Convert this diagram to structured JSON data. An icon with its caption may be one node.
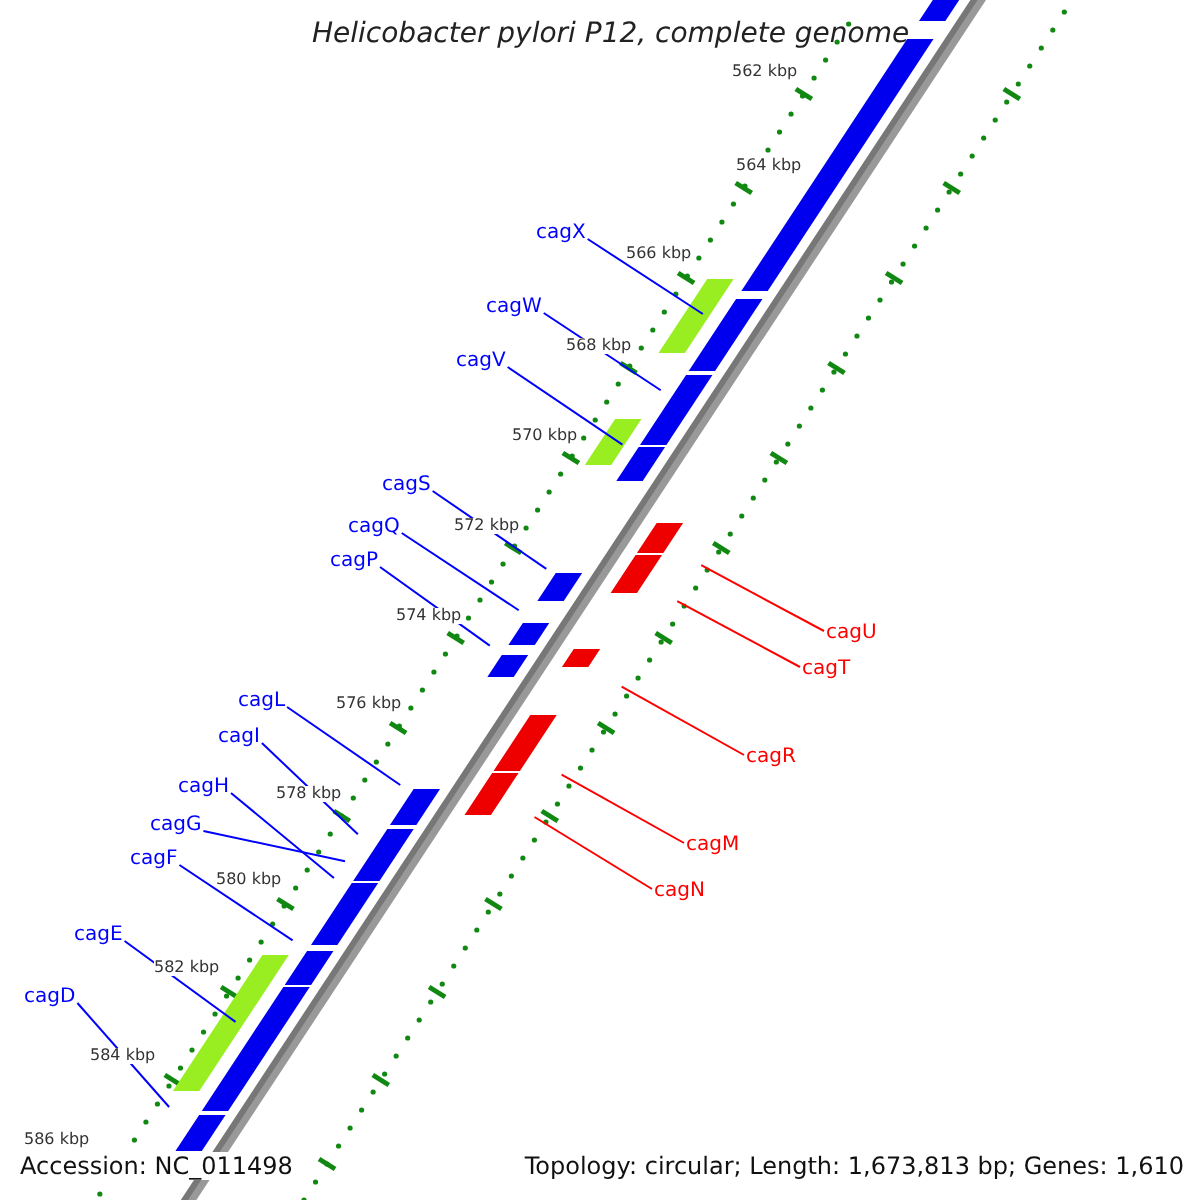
{
  "diagram": {
    "title": "Helicobacter pylori P12, complete genome",
    "nodes": [
      {
        "text": [
          "cagX"
        ]
      },
      {
        "text": [
          "cagW"
        ]
      },
      {
        "text": [
          "cagV"
        ]
      },
      {
        "text": [
          "cagS"
        ]
      },
      {
        "text": [
          "cagQ"
        ]
      },
      {
        "text": [
          "cagP"
        ]
      },
      {
        "text": [
          "cagL"
        ]
      },
      {
        "text": [
          "cagI"
        ]
      },
      {
        "text": [
          "cagH"
        ]
      },
      {
        "text": [
          "cagG"
        ]
      },
      {
        "text": [
          "cagF"
        ]
      },
      {
        "text": [
          "cagE"
        ]
      },
      {
        "text": [
          "cagD"
        ]
      },
      {
        "text": [
          "cagU"
        ]
      },
      {
        "text": [
          "cagT"
        ]
      },
      {
        "text": [
          "cagR"
        ]
      },
      {
        "text": [
          "cagM"
        ]
      },
      {
        "text": [
          "cagN"
        ]
      }
    ],
    "edges": [
      {
        "from": 0,
        "to": null,
        "arrow": "none"
      },
      {
        "from": 1,
        "to": null,
        "arrow": "none"
      },
      {
        "from": 2,
        "to": null,
        "arrow": "none"
      },
      {
        "from": 3,
        "to": null,
        "arrow": "none"
      },
      {
        "from": 4,
        "to": null,
        "arrow": "none"
      },
      {
        "from": 5,
        "to": null,
        "arrow": "none"
      },
      {
        "from": 6,
        "to": null,
        "arrow": "none"
      },
      {
        "from": 7,
        "to": null,
        "arrow": "none"
      },
      {
        "from": 8,
        "to": null,
        "arrow": "none"
      },
      {
        "from": 9,
        "to": null,
        "arrow": "none"
      },
      {
        "from": 10,
        "to": null,
        "arrow": "none"
      },
      {
        "from": 11,
        "to": null,
        "arrow": "none"
      },
      {
        "from": 12,
        "to": null,
        "arrow": "none"
      },
      {
        "from": 13,
        "to": null,
        "arrow": "none",
        "color": "#ff0000"
      },
      {
        "from": 14,
        "to": null,
        "arrow": "none",
        "color": "#ff0000"
      },
      {
        "from": 15,
        "to": null,
        "arrow": "none",
        "color": "#ff0000"
      },
      {
        "from": 16,
        "to": null,
        "arrow": "none",
        "color": "#ff0000"
      },
      {
        "from": 17,
        "to": null,
        "arrow": "none",
        "color": "#ff0000"
      }
    ],
    "labels": [
      "562 kbp",
      "564 kbp",
      "566 kbp",
      "568 kbp",
      "570 kbp",
      "572 kbp",
      "574 kbp",
      "576 kbp",
      "578 kbp",
      "580 kbp",
      "582 kbp",
      "584 kbp",
      "586 kbp",
      "Accession: NC_011498",
      "Topology: circular; Length: 1,673,813 bp; Genes: 1,610"
    ]
  }
}
